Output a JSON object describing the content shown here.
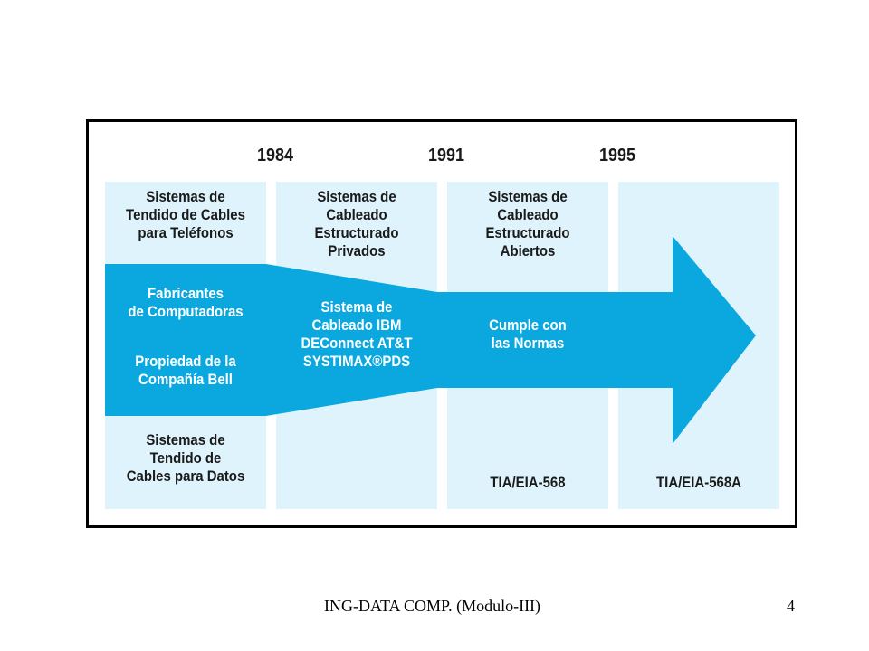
{
  "colors": {
    "column_bg": "#def3fb",
    "arrow": "#0ba7df",
    "frame_border": "#000000"
  },
  "years": [
    "1984",
    "1991",
    "1995"
  ],
  "column1": {
    "top": "Sistemas de\nTendido de Cables\npara Teléfonos",
    "band_a": "Fabricantes\nde Computadoras",
    "band_b": "Propiedad de la\nCompañía Bell",
    "bottom": "Sistemas de\nTendido de\nCables para Datos"
  },
  "column2": {
    "top": "Sistemas de\nCableado\nEstructurado\nPrivados",
    "band": "Sistema de\nCableado IBM\nDEConnect AT&T\nSYSTIMAX®PDS"
  },
  "column3": {
    "top": "Sistemas de\nCableado\nEstructurado\nAbiertos",
    "band": "Cumple con\nlas Normas",
    "bottom": "TIA/EIA-568"
  },
  "column4": {
    "bottom": "TIA/EIA-568A"
  },
  "footer": {
    "left": "ING-DATA COMP.  (Modulo-III)",
    "page": "4"
  }
}
